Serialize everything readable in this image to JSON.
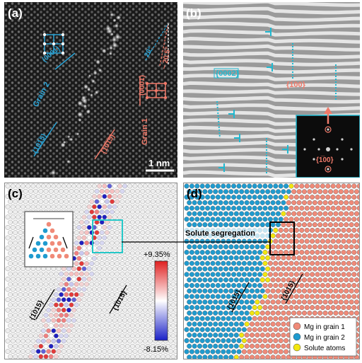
{
  "panel_a": {
    "label": "(a)",
    "grain1": "Grain 1",
    "grain2": "Grain 2",
    "plane_0001_blue": "(0001)",
    "plane_0001_red": "(0001)",
    "plane_1015_blue": "{10̅1̅5}",
    "plane_1015_red": "{10̅1̅5}",
    "angle_1": "20°",
    "angle_2": "~ 20.5°",
    "scale": "1 nm",
    "colors": {
      "blue": "#29a3d6",
      "red": "#f07a6a"
    }
  },
  "panel_b": {
    "label": "(b)",
    "plane_blue": "{0002}",
    "plane_red": "{1̅00}",
    "inset_label": "{1̅00}"
  },
  "panel_c": {
    "label": "(c)",
    "plane_left": "{1̅015}",
    "plane_right": "{1̅015}",
    "colorbar_max": "+9.35%",
    "colorbar_min": "-8.15%"
  },
  "panel_d": {
    "label": "(d)",
    "callout": "Solute segregation",
    "plane_left": "{1̅015}",
    "plane_right": "{1̅015}",
    "legend": [
      {
        "label": "Mg in grain 1",
        "color": "#f08a78"
      },
      {
        "label": "Mg in grain 2",
        "color": "#1f9bcf"
      },
      {
        "label": "Solute atoms",
        "color": "#f2e60f"
      }
    ]
  }
}
